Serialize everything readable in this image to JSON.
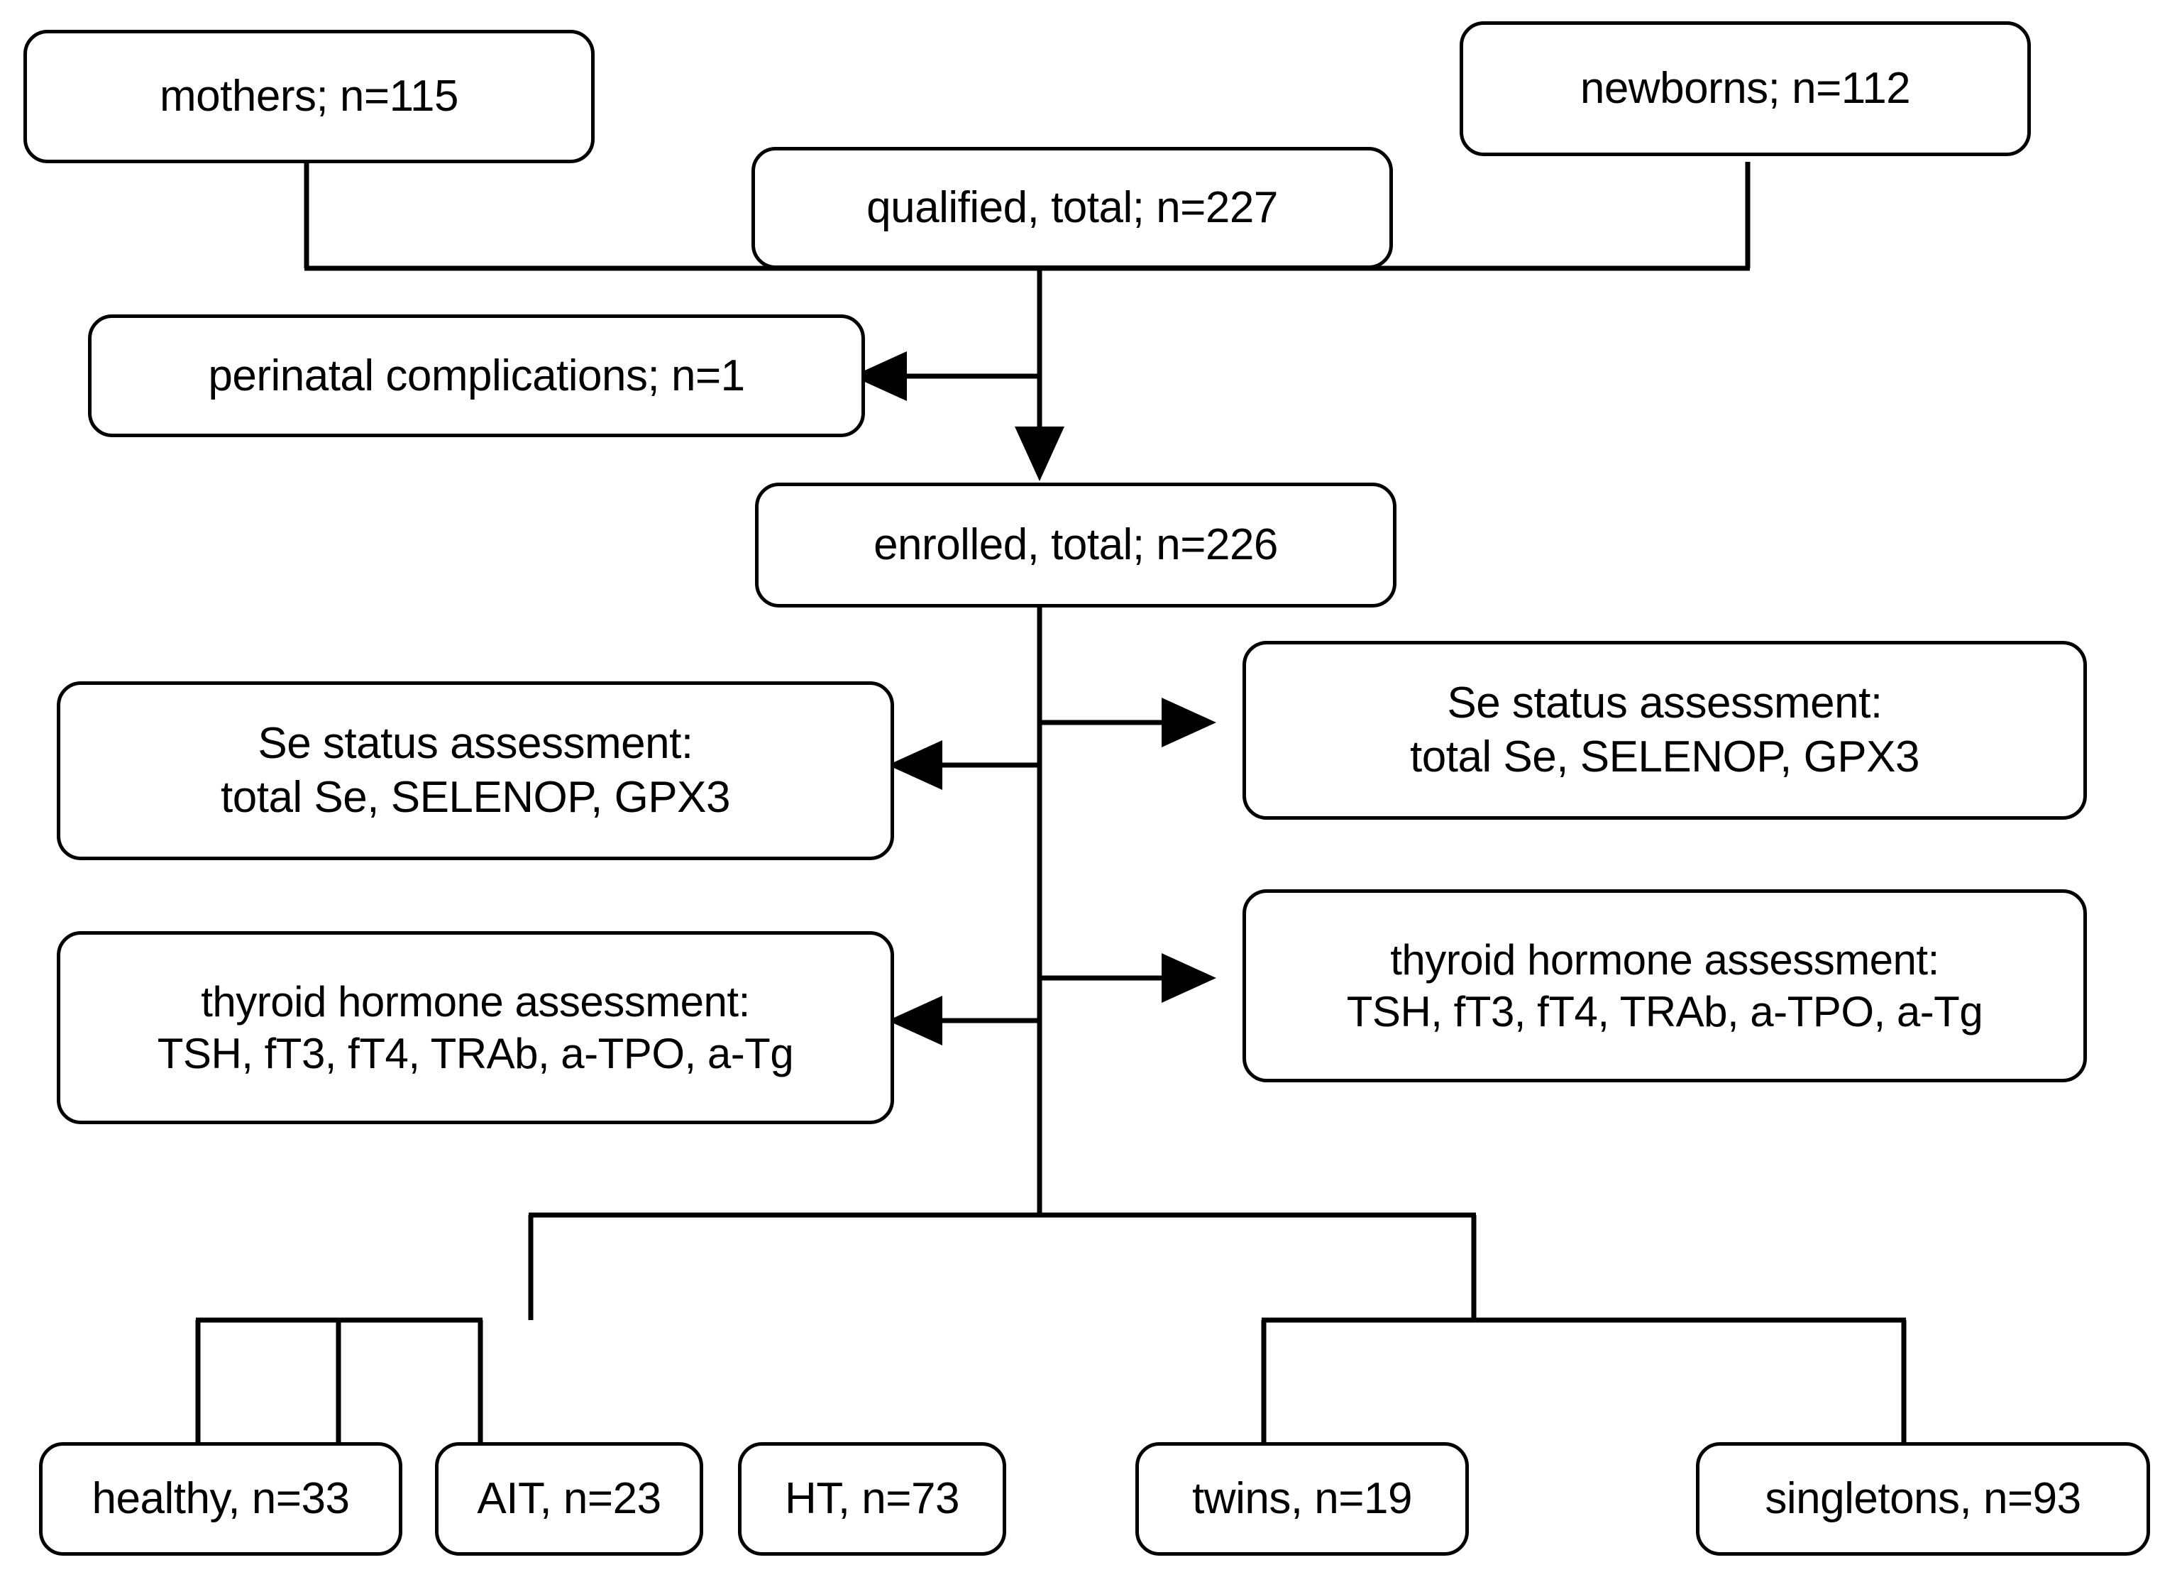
{
  "diagram": {
    "title": "Study participant flow diagram",
    "type": "flowchart",
    "stroke_color": "#000000",
    "fill_color": "#ffffff",
    "nodes": {
      "mothers": {
        "text": "mothers; n=115",
        "label": "mothers",
        "n": 115
      },
      "newborns": {
        "text": "newborns; n=112",
        "label": "newborns",
        "n": 112
      },
      "qualified_total": {
        "text": "qualified, total; n=227",
        "label": "qualified, total",
        "n": 227
      },
      "perinatal_complications": {
        "text": "perinatal complications; n=1",
        "label": "perinatal complications",
        "n": 1
      },
      "enrolled_total": {
        "text": "enrolled, total; n=226",
        "label": "enrolled, total",
        "n": 226
      },
      "se_status_left": {
        "text": "Se status assessment:\ntotal Se, SELENOP, GPX3",
        "line1": "Se status assessment:",
        "line2": "total Se, SELENOP, GPX3"
      },
      "se_status_right": {
        "text": "Se status assessment:\ntotal Se, SELENOP, GPX3",
        "line1": "Se status assessment:",
        "line2": "total Se, SELENOP, GPX3"
      },
      "thyroid_left": {
        "text": "thyroid hormone assessment:\nTSH, fT3, fT4, TRAb, a-TPO, a-Tg",
        "line1": "thyroid hormone assessment:",
        "line2": "TSH, fT3, fT4, TRAb, a-TPO, a-Tg"
      },
      "thyroid_right": {
        "text": "thyroid hormone assessment:\nTSH, fT3, fT4, TRAb, a-TPO, a-Tg",
        "line1": "thyroid hormone assessment:",
        "line2": "TSH, fT3, fT4, TRAb, a-TPO, a-Tg"
      },
      "healthy": {
        "text": "healthy, n=33",
        "label": "healthy",
        "n": 33
      },
      "ait": {
        "text": "AIT, n=23",
        "label": "AIT",
        "n": 23
      },
      "ht": {
        "text": "HT, n=73",
        "label": "HT",
        "n": 73
      },
      "twins": {
        "text": "twins, n=19",
        "label": "twins",
        "n": 19
      },
      "singletons": {
        "text": "singletons, n=93",
        "label": "singletons",
        "n": 93
      }
    }
  }
}
